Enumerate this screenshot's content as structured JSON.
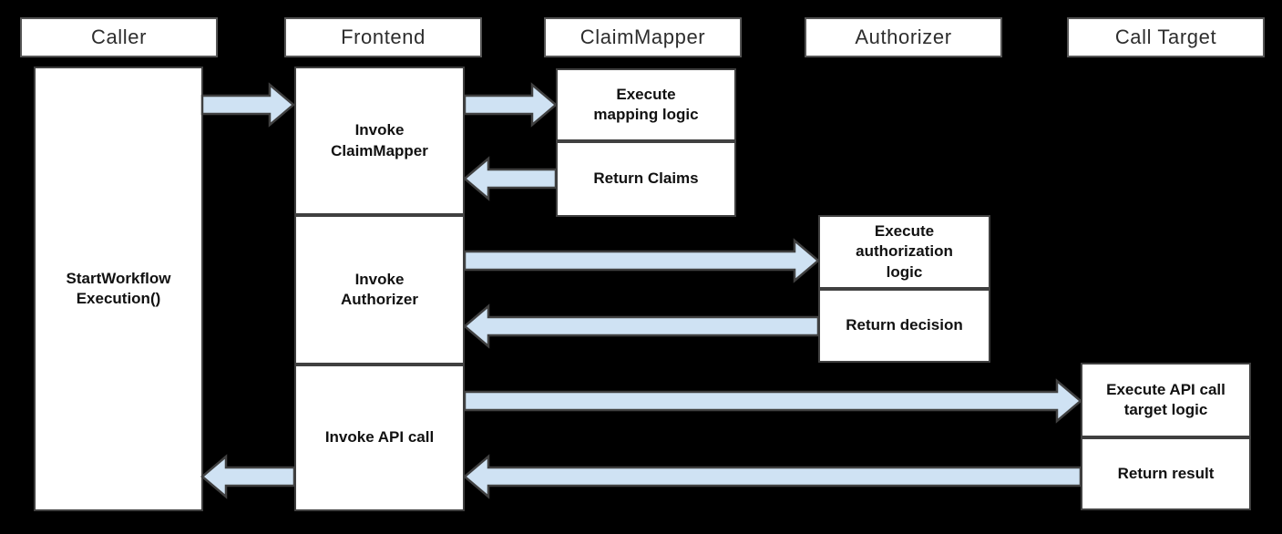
{
  "colors": {
    "background": "#000000",
    "box_fill": "#ffffff",
    "box_border": "#404040",
    "arrow_fill": "#cfe2f3",
    "arrow_stroke": "#404040",
    "header_text": "#2d2d2d",
    "activity_text": "#111111"
  },
  "lifelines": [
    {
      "label": "Caller"
    },
    {
      "label": "Frontend"
    },
    {
      "label": "ClaimMapper"
    },
    {
      "label": "Authorizer"
    },
    {
      "label": "Call Target"
    }
  ],
  "activities": {
    "caller": [
      "StartWorkflow\nExecution()"
    ],
    "frontend": [
      "Invoke\nClaimMapper",
      "Invoke\nAuthorizer",
      "Invoke API call"
    ],
    "claimmapper": [
      "Execute\nmapping logic",
      "Return Claims"
    ],
    "authorizer": [
      "Execute\nauthorization\nlogic",
      "Return decision"
    ],
    "calltarget": [
      "Execute API call\ntarget logic",
      "Return result"
    ]
  },
  "arrows": [
    {
      "name": "arrow-startworkflow-to-invoke-claimmapper",
      "direction": "right"
    },
    {
      "name": "arrow-invoke-claimmapper-to-execute-mapping-logic",
      "direction": "right"
    },
    {
      "name": "arrow-return-claims-to-invoke-claimmapper",
      "direction": "left"
    },
    {
      "name": "arrow-invoke-authorizer-to-execute-authorization-logic",
      "direction": "right"
    },
    {
      "name": "arrow-return-decision-to-invoke-authorizer",
      "direction": "left"
    },
    {
      "name": "arrow-invoke-api-call-to-execute-api-call-target-logic",
      "direction": "right"
    },
    {
      "name": "arrow-return-result-to-invoke-api-call",
      "direction": "left"
    },
    {
      "name": "arrow-invoke-api-call-to-startworkflow-execution",
      "direction": "left"
    }
  ]
}
